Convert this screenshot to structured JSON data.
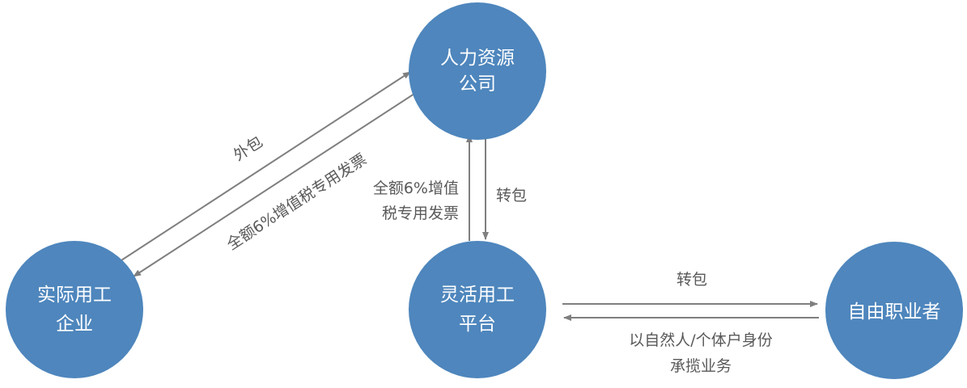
{
  "colors": {
    "node_fill": "#4e86bd",
    "arrow": "#7f7f7f",
    "label": "#595959"
  },
  "nodes": {
    "hr_company": {
      "line1": "人力资源",
      "line2": "公司"
    },
    "employer": {
      "line1": "实际用工",
      "line2": "企业"
    },
    "platform": {
      "line1": "灵活用工",
      "line2": "平台"
    },
    "freelancer": {
      "label": "自由职业者"
    }
  },
  "edges": {
    "employer_to_hr": {
      "label": "外包"
    },
    "hr_to_employer": {
      "label": "全额6%增值税专用发票"
    },
    "platform_to_hr": {
      "line1": "全额6%增值",
      "line2": "税专用发票"
    },
    "hr_to_platform": {
      "label": "转包"
    },
    "platform_to_freelancer": {
      "label": "转包"
    },
    "freelancer_to_platform": {
      "line1": "以自然人/个体户身份",
      "line2": "承揽业务"
    }
  }
}
